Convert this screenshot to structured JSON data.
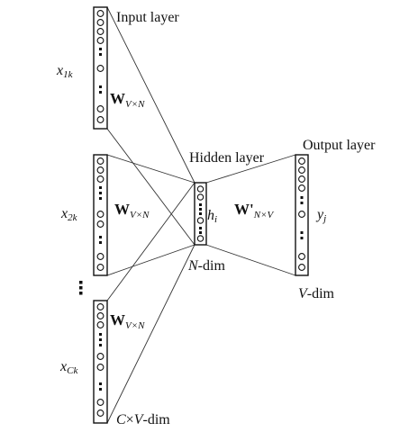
{
  "diagram": {
    "input_layer_label": "Input layer",
    "hidden_layer_label": "Hidden layer",
    "output_layer_label": "Output layer",
    "input_vectors": [
      {
        "symbol": "x",
        "subscript": "1k"
      },
      {
        "symbol": "x",
        "subscript": "2k"
      },
      {
        "symbol": "x",
        "subscript": "Ck"
      }
    ],
    "input_weight": {
      "symbol": "W",
      "subscript": "V×N"
    },
    "output_weight": {
      "symbol": "W'",
      "subscript": "N×V"
    },
    "hidden_symbol": {
      "symbol": "h",
      "subscript": "i"
    },
    "output_symbol": {
      "symbol": "y",
      "subscript": "j"
    },
    "n_dim": {
      "var": "N",
      "rest": "-dim"
    },
    "v_dim": {
      "var": "V",
      "rest": "-dim"
    },
    "cv_dim": {
      "var1": "C",
      "times": "×",
      "var2": "V",
      "rest": "-dim"
    }
  }
}
